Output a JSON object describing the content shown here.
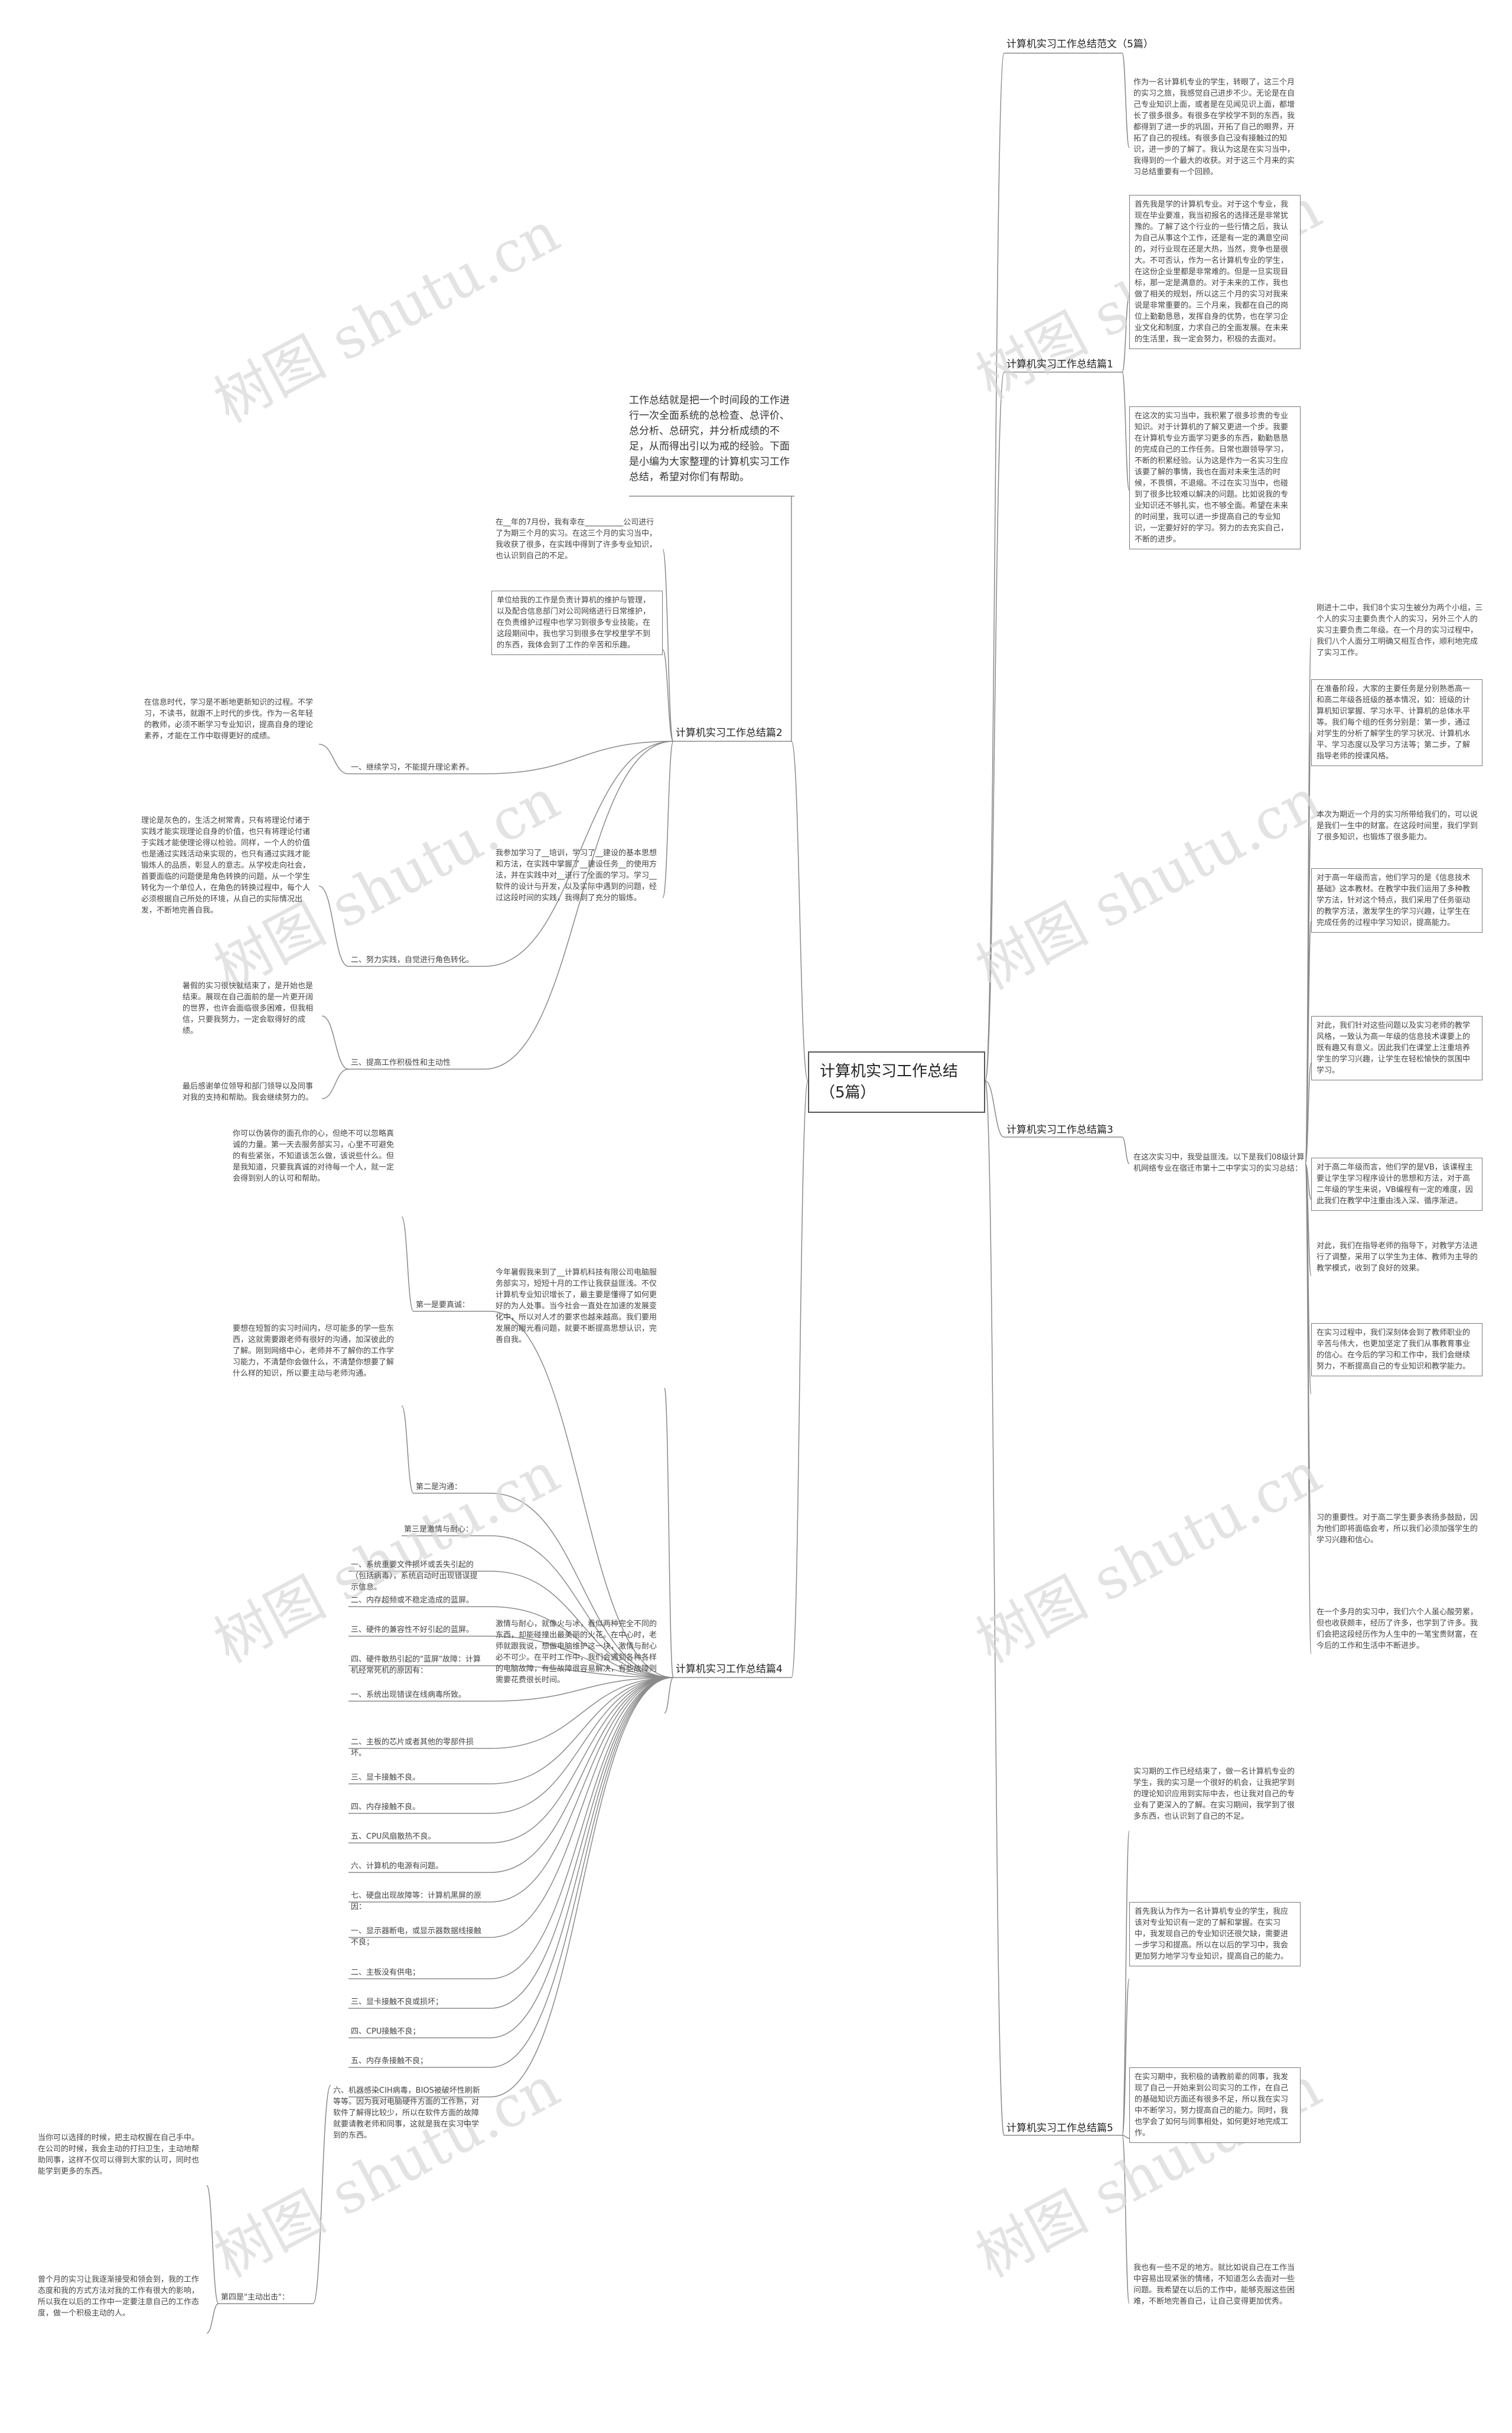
{
  "root": {
    "title": "计算机实习工作总结（5篇）"
  },
  "intro": "工作总结就是把一个时间段的工作进行一次全面系统的总检查、总评价、总分析、总研究，并分析成绩的不足，从而得出引以为戒的经验。下面是小编为大家整理的计算机实习工作总结，希望对你们有帮助。",
  "watermark_text": "树图 shutu.cn",
  "branches": {
    "fanwen": {
      "label": "计算机实习工作总结范文（5篇）",
      "text": "作为一名计算机专业的学生，转眼了，这三个月的实习之旅，我感觉自己进步不少。无论是在自己专业知识上面，或者是在见闻见识上面，都增长了很多很多。有很多在学校学不到的东西，我都得到了进一步的巩固，开拓了自己的眼界，开拓了自己的视线。有很多自己没有接触过的知识，进一步的了解了。我认为这是在实习当中，我得到的一个最大的收获。对于这三个月来的实习总结重要有一个回顾。"
    },
    "p1": {
      "label": "计算机实习工作总结篇1",
      "texts": [
        "首先我是学的计算机专业。对于这个专业，我现在毕业要准，我当初报名的选择还是非常犹豫的。了解了这个行业的一些行情之后，我认为自己从事这个工作，还是有一定的满意空间的，对行业现在还是大热，当然，竞争也是很大。不可否认，作为一名计算机专业的学生，在这份企业里都是非常难的。但是一旦实现目标，那一定是满意的。对于未来的工作，我也做了相关的规划，所以这三个月的实习对我来说是非常重要的。三个月来，我都在自己的岗位上勤勤恳恳，发挥自身的优势，也在学习企业文化和制度，力求自己的全面发展。在未来的生活里，我一定会努力，积极的去面对。"
      ],
      "text2": "在这次的实习当中，我积累了很多珍贵的专业知识。对于计算机的了解又更进一个步。我要在计算机专业方面学习更多的东西，勤勤恳恳的完成自己的工作任务。日常也跟领导学习，不断的积累经验。认为这是作为一名实习生应该要了解的事情，我也在面对未来生活的时候，不畏惧，不退缩。不过在实习当中，也碰到了很多比较难以解决的问题。比如说我的专业知识还不够扎实，也不够全面。希望在未来的时间里，我可以进一步提高自己的专业知识，一定要好好的学习。努力的去充实自己，不断的进步。"
    },
    "p2": {
      "label": "计算机实习工作总结篇2",
      "top_text": "在__年的7月份，我有幸在__________公司进行了为期三个月的实习。在这三个月的实习当中，我收获了很多，在实践中得到了许多专业知识，也认识到自己的不足。",
      "mid_text": "单位给我的工作是负责计算机的维护与管理，以及配合信息部门对公司网络进行日常维护，在负责维护过程中也学习到很多专业技能，在这段期间中，我也学习到很多在学校里学不到的东西，我体会到了工作的辛苦和乐趣。",
      "learn_text": "我参加学习了__培训，学习了__建设的基本思想和方法，在实践中掌握了__建设任务__的使用方法，并在实践中对__进行了全面的学习。学习__软件的设计与开发，以及实际中遇到的问题，经过这段时间的实践，我得到了充分的锻炼。",
      "subitems": [
        {
          "label": "一、继续学习，不能提升理论素养。",
          "text": "在信息时代，学习是不断地更新知识的过程。不学习，不读书，就跟不上时代的步伐。作为一名年轻的教师，必须不断学习专业知识，提高自身的理论素养，才能在工作中取得更好的成绩。"
        },
        {
          "label": "二、努力实践，自觉进行角色转化。",
          "text": "理论是灰色的，生活之树常青，只有将理论付诸于实践才能实现理论自身的价值，也只有将理论付诸于实践才能使理论得以检验。同样，一个人的价值也是通过实践活动来实现的，也只有通过实践才能锻炼人的品质，彰显人的意志。从学校走向社会，首要面临的问题便是角色转换的问题，从一个学生转化为一个单位人，在角色的转换过程中，每个人必须根据自己所处的环境，从自己的实际情况出发，不断地完善自我。"
        },
        {
          "label": "三、提高工作积极性和主动性",
          "text": "暑假的实习很快就结束了，是开始也是结束。展现在自己面前的是一片更开阔的世界，也许会面临很多困难，但我相信，只要我努力，一定会取得好的成绩。"
        },
        {
          "label": "",
          "text": "最后感谢单位领导和部门领导以及同事对我的支持和帮助。我会继续努力的。"
        }
      ]
    },
    "p3": {
      "label": "计算机实习工作总结篇3",
      "intro_text": "在这次实习中，我受益匪浅。以下是我们08级计算机网络专业在宿迁市第十二中学实习的实习总结：",
      "texts": [
        "刚进十二中，我们8个实习生被分为两个小组，三个人的实习主要负责个人的实习，另外三个人的实习主要负责二年级。在一个月的实习过程中，我们八个人面分工明确又相互合作，顺利地完成了实习工作。",
        "在准备阶段，大家的主要任务是分别熟悉高一和高二年级各班级的基本情况，如：班级的计算机知识掌握、学习水平、计算机的总体水平等。我们每个组的任务分别是：第一步，通过对学生的分析了解学生的学习状况、计算机水平、学习态度以及学习方法等；第二步，了解指导老师的授课风格。",
        "本次为期近一个月的实习所带给我们的，可以说是我们一生中的财富。在这段时间里，我们学到了很多知识，也锻炼了很多能力。",
        "对于高一年级而言，他们学习的是《信息技术基础》这本教材。在教学中我们运用了多种教学方法，针对这个特点，我们采用了任务驱动的教学方法，激发学生的学习兴趣，让学生在完成任务的过程中学习知识，提高能力。",
        "对此，我们针对这些问题以及实习老师的教学风格，一致认为高一年级的信息技术课要上的既有趣又有意义。因此我们在课堂上注重培养学生的学习兴趣，让学生在轻松愉快的氛围中学习。",
        "对于高二年级而言，他们学的是VB，该课程主要让学生学习程序设计的思想和方法，对于高二年级的学生来说，VB编程有一定的难度，因此我们在教学中注重由浅入深、循序渐进。",
        "对此，我们在指导老师的指导下，对教学方法进行了调整，采用了以学生为主体、教师为主导的教学模式，收到了良好的效果。",
        "在实习过程中，我们深刻体会到了教师职业的辛苦与伟大，也更加坚定了我们从事教育事业的信心。在今后的学习和工作中，我们会继续努力，不断提高自己的专业知识和教学能力。",
        "习的重要性。对于高二学生要多表扬多鼓励，因为他们即将面临会考，所以我们必须加强学生的学习兴趣和信心。",
        "在一个多月的实习中，我们六个人虽心酸劳累，但也收获颇丰，经历了许多，也学到了许多。我们会把这段经历作为人生中的一笔宝贵财富，在今后的工作和生活中不断进步。"
      ]
    },
    "p4": {
      "label": "计算机实习工作总结篇4",
      "intro_text": "今年暑假我来到了__计算机科技有限公司电脑服务部实习，短短十月的工作让我获益匪浅。不仅计算机专业知识增长了，最主要是懂得了如何更好的为人处事。当今社会一直处在加速的发展变化中，所以对人才的要求也越来越高。我们要用发展的眼光看问题，就要不断提高思想认识，完善自我。",
      "sub1": {
        "label": "第一是要真诚：",
        "text": "你可以伪装你的面孔你的心，但绝不可以忽略真诚的力量。第一天去服务部实习，心里不可避免的有些紧张，不知道该怎么做，该说些什么。但是我知道，只要我真诚的对待每一个人，就一定会得到别人的认可和帮助。"
      },
      "sub2": {
        "label": "第二是沟通：",
        "text": "要想在短暂的实习时间内，尽可能多的学一些东西，这就需要跟老师有很好的沟通，加深彼此的了解。刚到网络中心，老师并不了解你的工作学习能力，不清楚你会做什么，不清楚你想要了解什么样的知识，所以要主动与老师沟通。"
      },
      "sub3": {
        "label": "第三是激情与耐心："
      },
      "faults": [
        "一、系统重要文件损坏或丢失引起的（包括病毒），系统启动时出现错误提示信息。",
        "二、内存超频或不稳定造成的蓝屏。",
        "三、硬件的兼容性不好引起的蓝屏。",
        "四、硬件散热引起的\"蓝屏\"故障：计算机经常死机的原因有：",
        "一、系统出现错误在线病毒所致。",
        "二、主板的芯片或者其他的零部件损坏。",
        "三、显卡接触不良。",
        "四、内存接触不良。",
        "五、CPU风扇散热不良。",
        "六、计算机的电源有问题。",
        "七、硬盘出现故障等：计算机黑屏的原因：",
        "一、显示器断电，或显示器数据线接触不良；",
        "二、主板没有供电；",
        "三、显卡接触不良或损坏；",
        "四、CPU接触不良；",
        "五、内存条接触不良；",
        "六、机器感染CIH病毒，BIOS被破坏性刷新等等。因为我对电脑硬件方面的工作熟，对软件了解得比较少，所以在软件方面的故障就要请教老师和同事，这就是我在实习中学到的东西。"
      ],
      "fault_detail": "激情与耐心，就像火与冰，看似两种完全不同的东西，却能碰撞出最美丽的火花。在中心时，老师就跟我说，想做电脑维护这一块，激情与耐心必不可少。在平时工作中，我们会遇到各种各样的电脑故障，有些故障很容易解决，有些故障则需要花费很长时间。",
      "sub4": {
        "label": "第四是\"主动出击\"：",
        "text": "当你可以选择的时候，把主动权握在自己手中。在公司的时候，我会主动的打扫卫生，主动地帮助同事，这样不仅可以得到大家的认可，同时也能学到更多的东西。",
        "text2": "曾个月的实习让我逐渐接受和领会到，我的工作态度和我的方式方法对我的工作有很大的影响，所以我在以后的工作中一定要注意自己的工作态度，做一个积极主动的人。"
      }
    },
    "p5": {
      "label": "计算机实习工作总结篇5",
      "texts": [
        "实习期的工作已经结束了，做一名计算机专业的学生，我的实习是一个很好的机会，让我把学到的理论知识应用到实际中去，也让我对自己的专业有了更深入的了解。在实习期间，我学到了很多东西，也认识到了自己的不足。",
        "首先我认为作为一名计算机专业的学生，我应该对专业知识有一定的了解和掌握。在实习中，我发现自己的专业知识还很欠缺，需要进一步学习和提高。所以在以后的学习中，我会更加努力地学习专业知识，提高自己的能力。",
        "在实习期中，我积极的请教前辈的同事，我发现了自己一开始来到公司实习的工作，在自己的基础知识方面还有很多不足，所以我在实习中不断学习，努力提高自己的能力。同时，我也学会了如何与同事相处，如何更好地完成工作。",
        "我也有一些不足的地方。就比如说自己在工作当中容易出现紧张的情绪，不知道怎么去面对一些问题。我希望在以后的工作中，能够克服这些困难，不断地完善自己，让自己变得更加优秀。"
      ]
    }
  }
}
